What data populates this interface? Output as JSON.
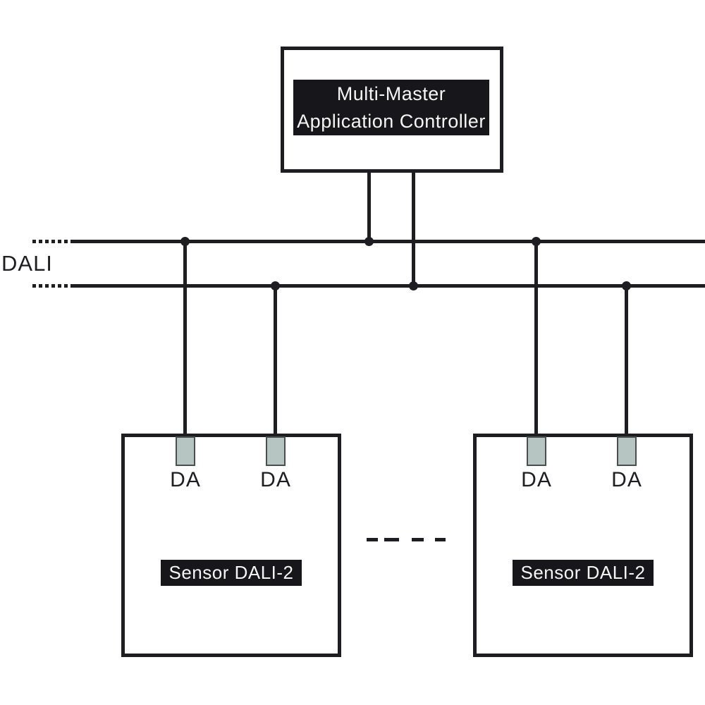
{
  "diagram": {
    "bus": {
      "label": "DALI"
    },
    "controller": {
      "label_line1": "Multi-Master",
      "label_line2": "Application Controller"
    },
    "sensors": [
      {
        "label": "Sensor DALI-2",
        "terminals": [
          {
            "label": "DA"
          },
          {
            "label": "DA"
          }
        ]
      },
      {
        "label": "Sensor DALI-2",
        "terminals": [
          {
            "label": "DA"
          },
          {
            "label": "DA"
          }
        ]
      }
    ],
    "colors": {
      "line": "#1e1e22",
      "badge_bg": "#17171b",
      "badge_text": "#f5f5f5",
      "terminal_fill": "#b6c5c2",
      "terminal_border": "#4a4f4e",
      "background": "#ffffff"
    }
  }
}
